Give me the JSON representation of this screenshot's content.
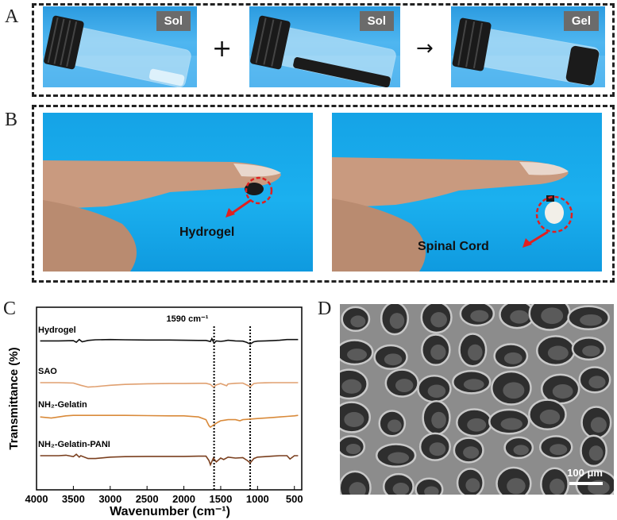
{
  "panels": {
    "a": "A",
    "b": "B",
    "c": "C",
    "d": "D"
  },
  "panel_a": {
    "tags": [
      "Sol",
      "Sol",
      "Gel"
    ],
    "operators": [
      "+",
      "→"
    ]
  },
  "panel_b": {
    "labels": [
      "Hydrogel",
      "Spinal Cord"
    ]
  },
  "panel_d": {
    "scale": "100 μm"
  },
  "colors": {
    "hydrogel": "#111111",
    "sao": "#e0a070",
    "gelatin": "#d98a3a",
    "gelatin_pani": "#7a3f1e",
    "arrow": "#e02020",
    "background_blue": "#1aaaee"
  },
  "chart_data": {
    "type": "line",
    "ylabel": "Transmittance (%)",
    "xlabel": "Wavenumber (cm⁻¹)",
    "xlim": [
      4000,
      400
    ],
    "x_ticks": [
      4000,
      3500,
      3000,
      2500,
      2000,
      1500,
      1000,
      500
    ],
    "annotation": "1590 cm⁻¹",
    "vlines": [
      1590,
      1100
    ],
    "series": [
      {
        "name": "Hydrogel",
        "x": [
          3950,
          3700,
          3500,
          3460,
          3420,
          3380,
          3300,
          3200,
          3000,
          2800,
          2500,
          2200,
          2000,
          1800,
          1700,
          1640,
          1620,
          1590,
          1560,
          1500,
          1450,
          1400,
          1300,
          1200,
          1150,
          1100,
          1050,
          1000,
          900,
          800,
          700,
          600,
          500,
          450
        ],
        "y": [
          0.3,
          0.3,
          0.29,
          0.36,
          0.24,
          0.34,
          0.28,
          0.25,
          0.24,
          0.25,
          0.26,
          0.26,
          0.27,
          0.28,
          0.28,
          0.33,
          0.2,
          0.4,
          0.3,
          0.32,
          0.3,
          0.27,
          0.3,
          0.31,
          0.36,
          0.44,
          0.34,
          0.31,
          0.3,
          0.29,
          0.27,
          0.24,
          0.24,
          0.24
        ]
      },
      {
        "name": "SAO",
        "x": [
          3950,
          3700,
          3500,
          3400,
          3300,
          3200,
          3000,
          2800,
          2500,
          2200,
          2000,
          1800,
          1700,
          1640,
          1600,
          1560,
          1500,
          1420,
          1400,
          1300,
          1200,
          1100,
          1050,
          1000,
          900,
          800,
          700,
          600,
          500,
          450
        ],
        "y": [
          0.32,
          0.32,
          0.34,
          0.44,
          0.52,
          0.5,
          0.44,
          0.4,
          0.37,
          0.36,
          0.36,
          0.35,
          0.35,
          0.4,
          0.52,
          0.42,
          0.36,
          0.46,
          0.38,
          0.35,
          0.34,
          0.5,
          0.36,
          0.34,
          0.33,
          0.32,
          0.32,
          0.32,
          0.32,
          0.32
        ]
      },
      {
        "name": "NH₂-Gelatin",
        "x": [
          3950,
          3800,
          3700,
          3600,
          3500,
          3400,
          3300,
          3200,
          3000,
          2800,
          2500,
          2200,
          2000,
          1800,
          1700,
          1660,
          1640,
          1600,
          1540,
          1500,
          1450,
          1400,
          1300,
          1240,
          1200,
          1100,
          1000,
          900,
          800,
          700,
          600,
          500,
          450
        ],
        "y": [
          0.3,
          0.34,
          0.3,
          0.26,
          0.24,
          0.24,
          0.24,
          0.24,
          0.24,
          0.24,
          0.25,
          0.26,
          0.26,
          0.3,
          0.4,
          0.62,
          0.68,
          0.6,
          0.5,
          0.44,
          0.42,
          0.4,
          0.4,
          0.44,
          0.4,
          0.38,
          0.36,
          0.34,
          0.32,
          0.3,
          0.28,
          0.26,
          0.24
        ]
      },
      {
        "name": "NH₂-Gelatin-PANI",
        "x": [
          3950,
          3800,
          3700,
          3600,
          3500,
          3460,
          3420,
          3400,
          3300,
          3200,
          3000,
          2800,
          2500,
          2200,
          2000,
          1800,
          1700,
          1660,
          1640,
          1600,
          1560,
          1500,
          1460,
          1400,
          1300,
          1200,
          1140,
          1100,
          1050,
          1000,
          900,
          800,
          700,
          600,
          560,
          500,
          450
        ],
        "y": [
          0.3,
          0.3,
          0.3,
          0.28,
          0.34,
          0.24,
          0.36,
          0.3,
          0.42,
          0.42,
          0.36,
          0.34,
          0.33,
          0.33,
          0.33,
          0.32,
          0.32,
          0.5,
          0.68,
          0.4,
          0.56,
          0.4,
          0.46,
          0.36,
          0.4,
          0.38,
          0.5,
          0.6,
          0.42,
          0.36,
          0.34,
          0.32,
          0.3,
          0.3,
          0.44,
          0.3,
          0.3
        ]
      }
    ]
  }
}
